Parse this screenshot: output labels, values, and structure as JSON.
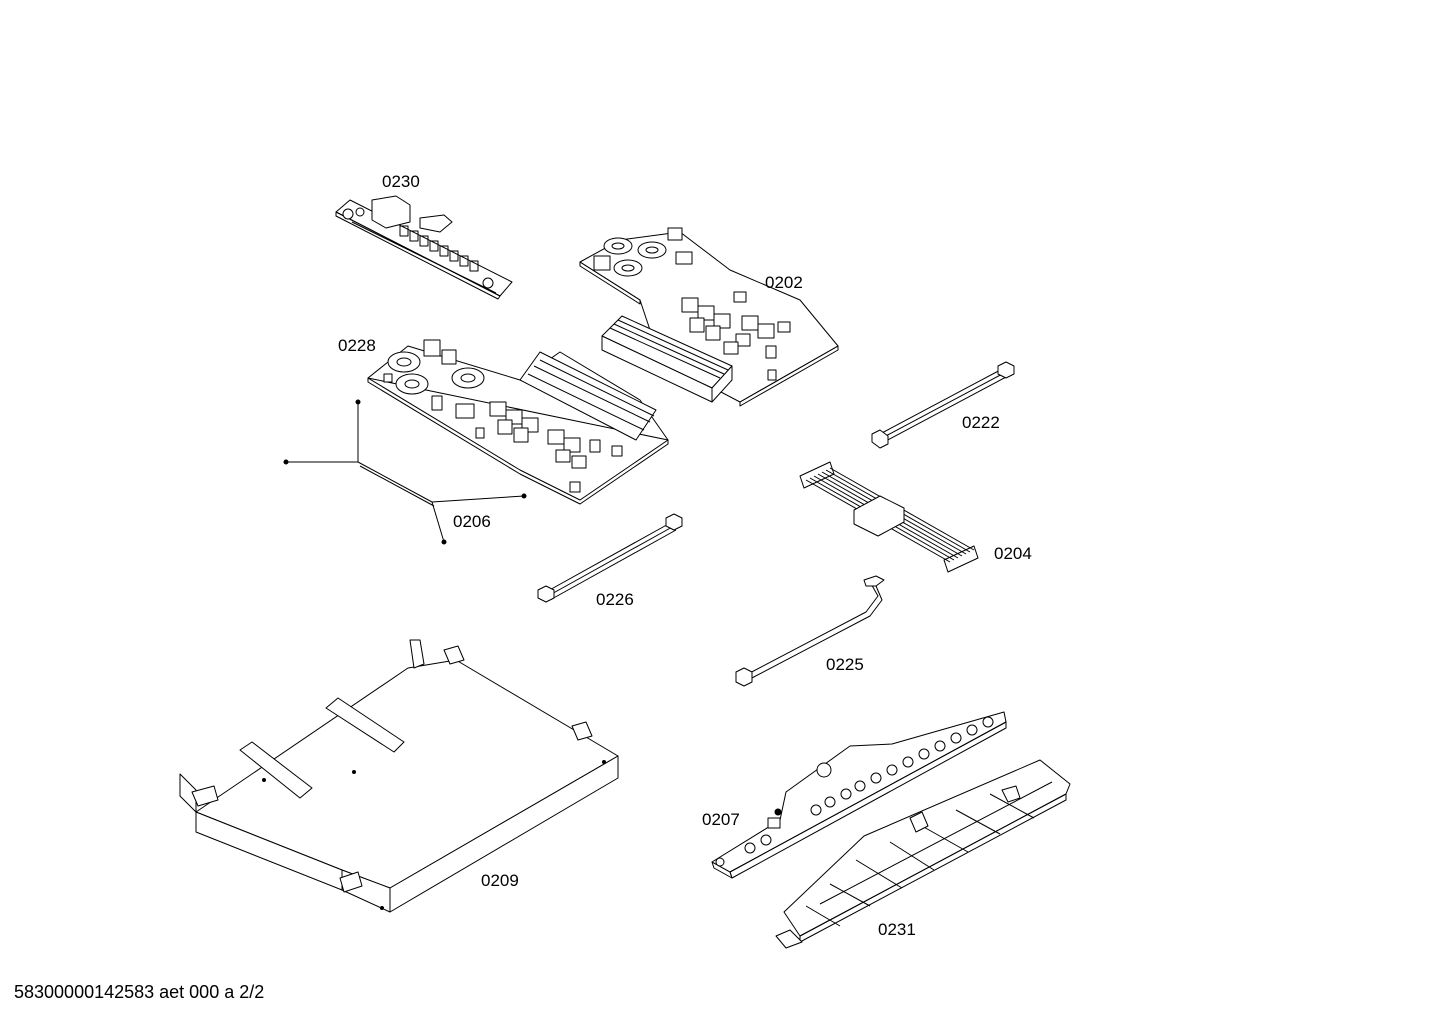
{
  "diagram": {
    "parts": [
      {
        "id": "p0230",
        "label": "0230"
      },
      {
        "id": "p0202",
        "label": "0202"
      },
      {
        "id": "p0228",
        "label": "0228"
      },
      {
        "id": "p0222",
        "label": "0222"
      },
      {
        "id": "p0206",
        "label": "0206"
      },
      {
        "id": "p0204",
        "label": "0204"
      },
      {
        "id": "p0226",
        "label": "0226"
      },
      {
        "id": "p0225",
        "label": "0225"
      },
      {
        "id": "p0207",
        "label": "0207"
      },
      {
        "id": "p0209",
        "label": "0209"
      },
      {
        "id": "p0231",
        "label": "0231"
      }
    ],
    "footer": "58300000142583 aet 000 a 2/2"
  }
}
